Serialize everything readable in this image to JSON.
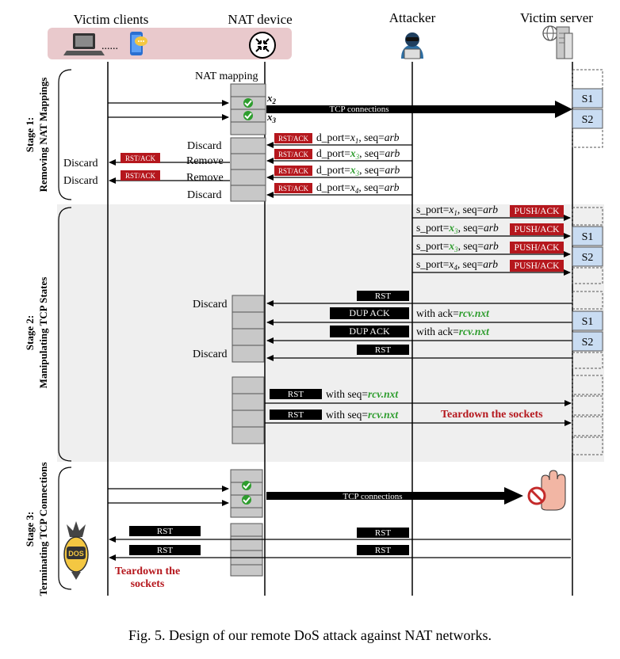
{
  "headers": {
    "victim_clients": "Victim clients",
    "nat_device": "NAT device",
    "attacker": "Attacker",
    "victim_server": "Victim server"
  },
  "stages": {
    "s1": "Stage 1:\nRemoving NAT Mappings",
    "s2": "Stage 2:\nManipulating TCP States",
    "s3": "Stage 3:\nTerminating TCP Connections"
  },
  "nat": {
    "mapping_label": "NAT mapping",
    "x2": "x",
    "x2_sub": "2",
    "x3": "x",
    "x3_sub": "3"
  },
  "s1": {
    "tcp_connections": "TCP connections",
    "rst_ack": "RST/ACK",
    "msgs": [
      {
        "pre": "d_port=",
        "var": "x",
        "sub": "1",
        "post": ", seq=",
        "arb": "arb",
        "green": false
      },
      {
        "pre": "d_port=",
        "var": "x",
        "sub": "3",
        "post": ", seq=",
        "arb": "arb",
        "green": true
      },
      {
        "pre": "d_port=",
        "var": "x",
        "sub": "3",
        "post": ", seq=",
        "arb": "arb",
        "green": true
      },
      {
        "pre": "d_port=",
        "var": "x",
        "sub": "4",
        "post": ", seq=",
        "arb": "arb",
        "green": false
      }
    ],
    "nat_actions": [
      "Discard",
      "Remove",
      "Remove",
      "Discard"
    ],
    "client_actions": [
      "Discard",
      "Discard"
    ],
    "server_boxes": [
      "S1",
      "S2"
    ]
  },
  "s2": {
    "push_ack": "PUSH/ACK",
    "msgs": [
      {
        "pre": "s_port=",
        "var": "x",
        "sub": "1",
        "post": ", seq=",
        "arb": "arb",
        "green": false
      },
      {
        "pre": "s_port=",
        "var": "x",
        "sub": "3",
        "post": ", seq=",
        "arb": "arb",
        "green": true
      },
      {
        "pre": "s_port=",
        "var": "x",
        "sub": "3",
        "post": ", seq=",
        "arb": "arb",
        "green": true
      },
      {
        "pre": "s_port=",
        "var": "x",
        "sub": "4",
        "post": ", seq=",
        "arb": "arb",
        "green": false
      }
    ],
    "server_boxes_a": [
      "S1",
      "S2"
    ],
    "rst": "RST",
    "dup_ack": "DUP ACK",
    "with_ack": "with  ack=",
    "rcv_nxt": "rcv.nxt",
    "discard": "Discard",
    "server_boxes_b": [
      "S1",
      "S2"
    ],
    "with_seq": "with  seq=",
    "teardown": "Teardown the sockets"
  },
  "s3": {
    "tcp_connections": "TCP connections",
    "rst": "RST",
    "dos": "DOS",
    "teardown_l1": "Teardown the",
    "teardown_l2": "sockets"
  },
  "caption": "Fig. 5.  Design of our remote DoS attack against NAT networks.",
  "colors": {
    "dark_red": "#b5171d",
    "green": "#2e9d2e",
    "server_box": "#c9dcf2",
    "pink_band": "#e9c9cc",
    "stage2_bg": "#efefef",
    "nat_cell": "#c8c8c8"
  }
}
